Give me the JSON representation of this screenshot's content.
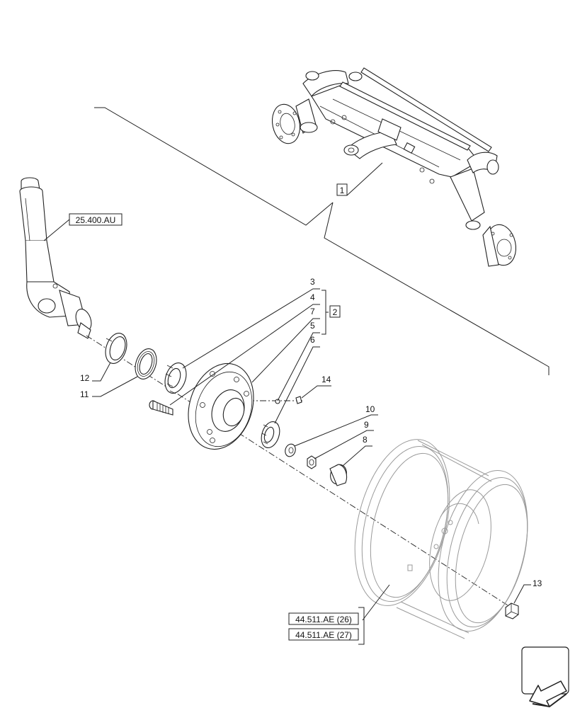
{
  "callouts": {
    "c1": "1",
    "c2": "2",
    "c3": "3",
    "c4": "4",
    "c5": "5",
    "c6": "6",
    "c7": "7",
    "c8": "8",
    "c9": "9",
    "c10": "10",
    "c11": "11",
    "c12": "12",
    "c13": "13",
    "c14": "14"
  },
  "references": {
    "steering_knuckle": "25.400.AU",
    "wheel_ref_a": "44.511.AE (26)",
    "wheel_ref_b": "44.511.AE (27)"
  },
  "icons": {
    "orientation": "direction-arrow-icon"
  }
}
